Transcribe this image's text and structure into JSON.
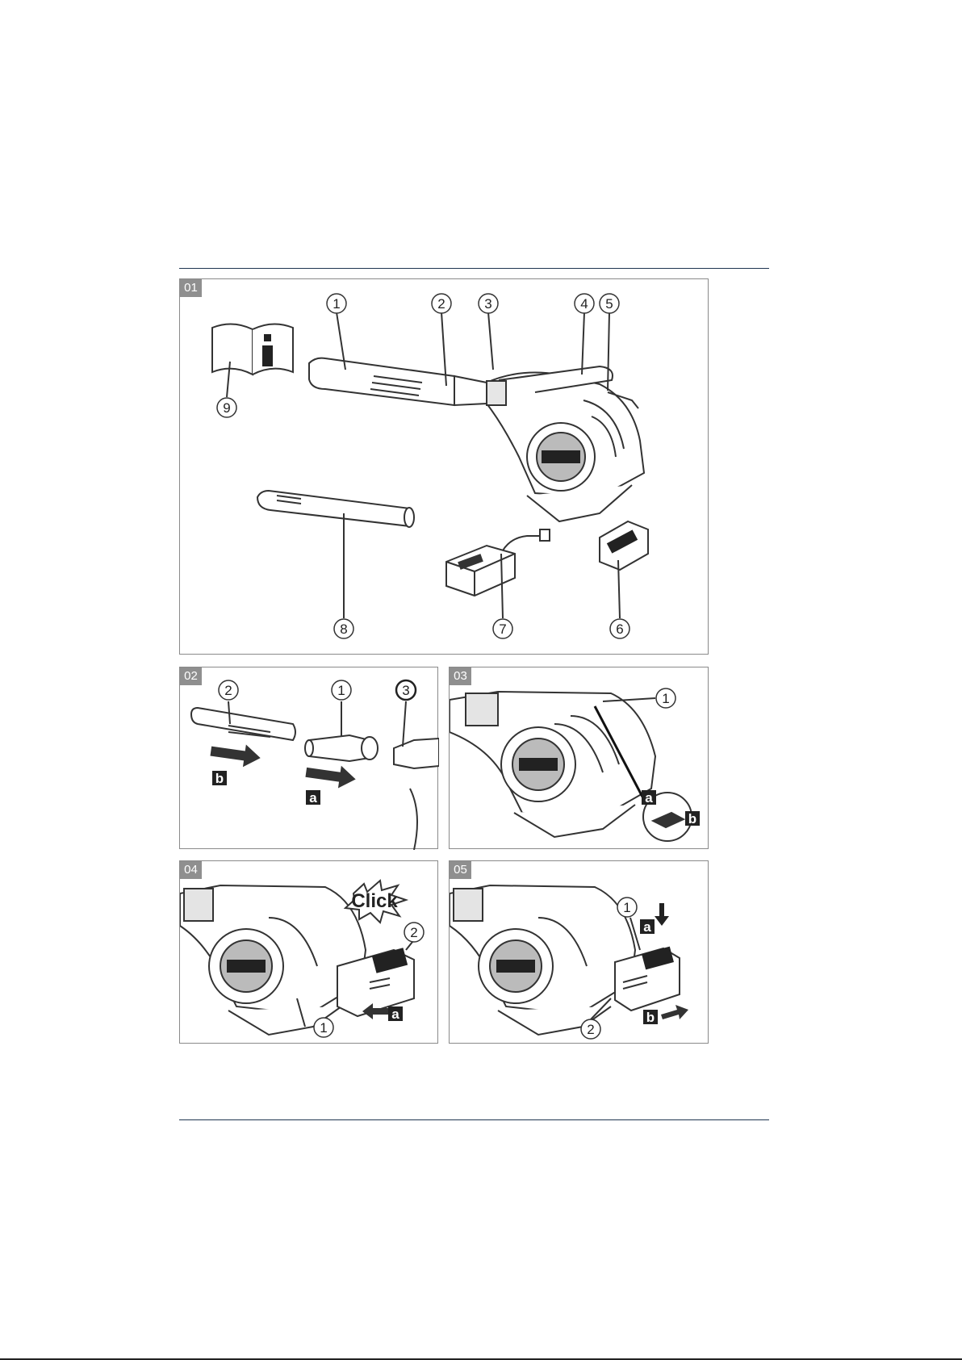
{
  "panels": {
    "p01": {
      "tag": "01",
      "callouts": [
        "1",
        "2",
        "3",
        "4",
        "5",
        "6",
        "7",
        "8",
        "9"
      ]
    },
    "p02": {
      "tag": "02",
      "callouts": [
        "2",
        "1",
        "3"
      ],
      "letters": [
        "b",
        "a"
      ]
    },
    "p03": {
      "tag": "03",
      "callouts": [
        "1"
      ],
      "letters": [
        "a",
        "b"
      ]
    },
    "p04": {
      "tag": "04",
      "callouts": [
        "2",
        "1"
      ],
      "letters": [
        "a"
      ],
      "click": "Click"
    },
    "p05": {
      "tag": "05",
      "callouts": [
        "1",
        "2"
      ],
      "letters": [
        "a",
        "b"
      ]
    }
  },
  "colors": {
    "rule": "#1f3550",
    "panel_border": "#8a8a8a",
    "tag_bg": "#8f8f8f",
    "drawing": "#333333"
  }
}
